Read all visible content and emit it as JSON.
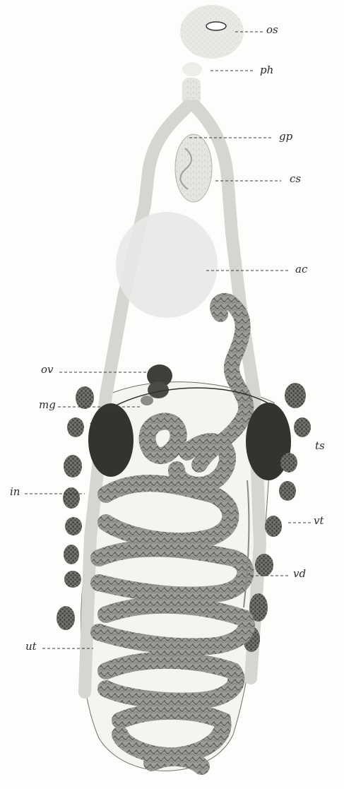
{
  "labels": {
    "os": "os",
    "ph": "ph",
    "gp": "gp",
    "cs": "cs",
    "ac": "ac",
    "ov": "ov",
    "mg": "mg",
    "ts": "ts",
    "in": "in",
    "vt": "vt",
    "vd": "vd",
    "ut": "ut"
  }
}
